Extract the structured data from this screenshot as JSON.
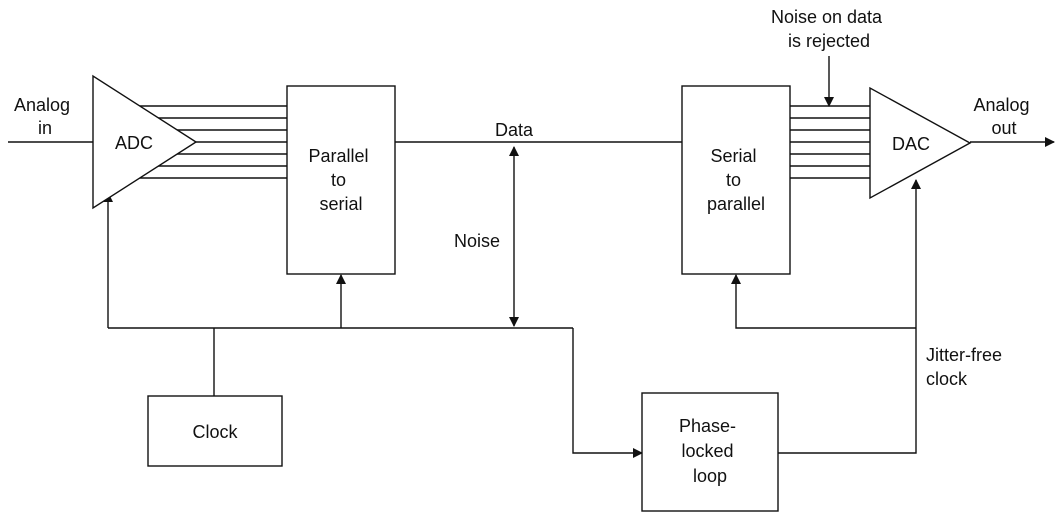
{
  "blocks": {
    "adc": "ADC",
    "dac": "DAC",
    "p2s": [
      "Parallel",
      "to",
      "serial"
    ],
    "s2p": [
      "Serial",
      "to",
      "parallel"
    ],
    "clock": "Clock",
    "pll": [
      "Phase-",
      "locked",
      "loop"
    ]
  },
  "labels": {
    "analog_in": [
      "Analog",
      "in"
    ],
    "analog_out": [
      "Analog",
      "out"
    ],
    "data": "Data",
    "noise": "Noise",
    "noise_rejected": [
      "Noise on data",
      "is rejected"
    ],
    "jitter_free": [
      "Jitter-free",
      "clock"
    ]
  }
}
